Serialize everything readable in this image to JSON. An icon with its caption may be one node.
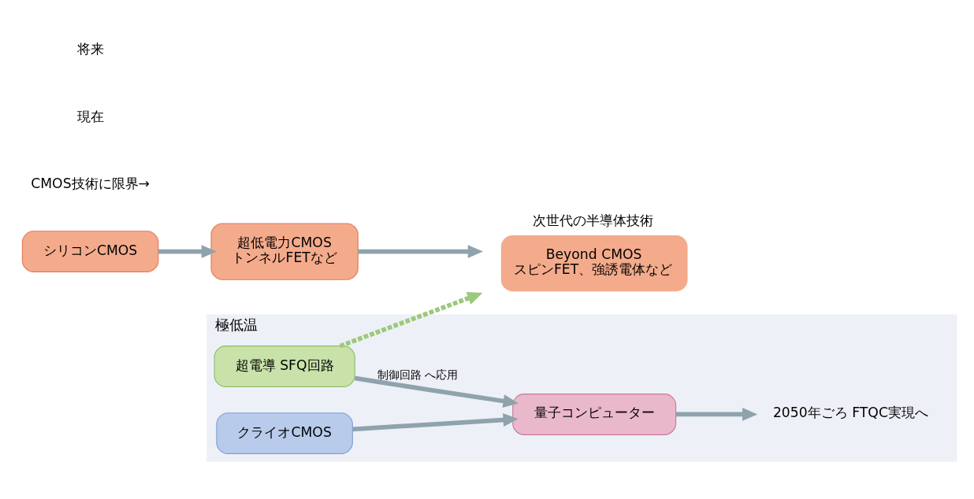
{
  "diagram": {
    "nodes": [
      {
        "text": [
          "シリコンCMOS"
        ]
      },
      {
        "text": [
          "超低電力CMOS",
          "トンネルFETなど"
        ]
      },
      {
        "text": [
          "Beyond CMOS",
          "スピンFET、強誘電体など"
        ],
        "beside": [
          "次世代の半導体技術"
        ]
      },
      {
        "text": [
          "極低温"
        ]
      },
      {
        "text": [
          "超電導 SFQ回路"
        ],
        "in": 3
      },
      {
        "text": [
          "クライオCMOS"
        ],
        "in": 3
      },
      {
        "text": [
          "量子コンピューター"
        ],
        "in": 3
      },
      {
        "text": [
          "2050年ごろ FTQC実現へ"
        ],
        "in": 3
      }
    ],
    "edges": [
      {
        "from": 0,
        "to": 1,
        "arrow": "to"
      },
      {
        "from": 1,
        "to": 2,
        "arrow": "to"
      },
      {
        "from": 4,
        "to": 2,
        "arrow": "to",
        "style": "dashed",
        "color": "#9cc97a"
      },
      {
        "from": 4,
        "to": 6,
        "arrow": "to",
        "label": "制御回路 へ応用"
      },
      {
        "from": 5,
        "to": 6,
        "arrow": "to"
      },
      {
        "from": 6,
        "to": 7,
        "arrow": "to"
      }
    ],
    "labels": [
      "CMOS技術に限界→",
      "現在",
      "将来"
    ]
  }
}
